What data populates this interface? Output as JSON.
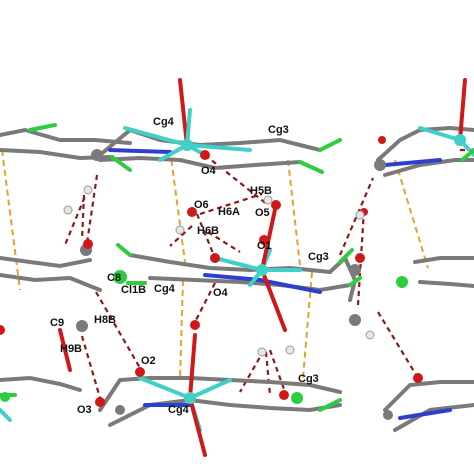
{
  "labels": {
    "cg4_top": "Cg4",
    "cg3_top": "Cg3",
    "o4_top": "O4",
    "h5b": "H5B",
    "o6": "O6",
    "h6a": "H6A",
    "o5": "O5",
    "h6b": "H6B",
    "o1": "O1",
    "cg3_mid": "Cg3",
    "c8": "C8",
    "cl1b": "Cl1B",
    "cg4_mid": "Cg4",
    "o4_mid": "O4",
    "c9": "C9",
    "h8b": "H8B",
    "h9b": "H9B",
    "o2": "O2",
    "cg3_bot": "Cg3",
    "o3": "O3",
    "cg4_bot": "Cg4"
  },
  "colors": {
    "carbon": "#7a7a7a",
    "nitrogen": "#2d3fcf",
    "oxygen": "#d01818",
    "chlorine": "#2ecc40",
    "metal": "#40d0c8",
    "hydrogen": "#e6e6e6",
    "hbond": "#8b1a1a",
    "pi_stack": "#e8a030"
  }
}
